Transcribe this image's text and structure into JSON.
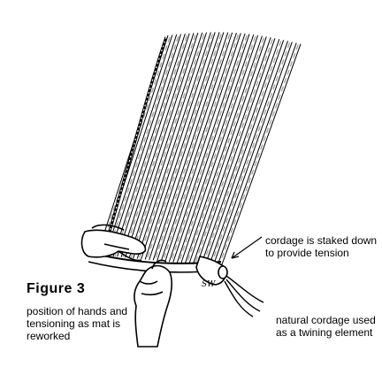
{
  "figure": {
    "title": "Figure  3",
    "caption": "position of hands and tensioning as mat is reworked"
  },
  "annotations": {
    "staked": "cordage is staked down to provide tension",
    "natural_cordage": "natural cordage used as a twining element"
  },
  "artist_initials": "SW",
  "colors": {
    "ink": "#000000",
    "background": "#ffffff",
    "reed_shade": "#9a9a9a"
  }
}
